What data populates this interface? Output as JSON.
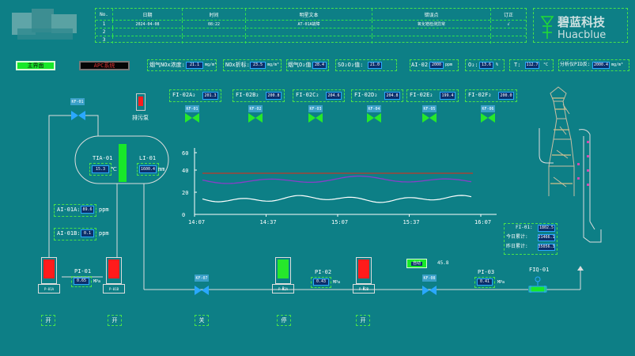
{
  "header": {
    "columns": [
      "No.",
      "日期",
      "时间",
      "明星文本",
      "错误点",
      "订正"
    ],
    "rows": [
      {
        "no": "1",
        "date": "2024-04-08",
        "time": "08:22",
        "text": "AT-01A故障",
        "point": "氧化锆检测异常",
        "fix": "√"
      },
      {
        "no": "2",
        "date": "",
        "time": "",
        "text": "",
        "point": "",
        "fix": ""
      },
      {
        "no": "3",
        "date": "",
        "time": "",
        "text": "",
        "point": "",
        "fix": ""
      }
    ]
  },
  "logo": {
    "cn": "碧蓝科技",
    "en": "Huacblue"
  },
  "nav": {
    "main_label": "主界面",
    "apc_label": "APC系统"
  },
  "metrics": [
    {
      "label": "烟气NOx浓度:",
      "value": "21.1",
      "unit": "mg/m³"
    },
    {
      "label": "NOx折标:",
      "value": "23.5",
      "unit": "mg/m³"
    },
    {
      "label": "烟气O₂值:",
      "value": "28.4",
      "unit": ""
    },
    {
      "label": "SO₂O₂值:",
      "value": "21.0",
      "unit": ""
    },
    {
      "label": "AI-02:",
      "value": "2000",
      "unit": "ppm"
    },
    {
      "label": "O₂:",
      "value": "13.6",
      "unit": "%"
    },
    {
      "label": "T:",
      "value": "112.7",
      "unit": "°C"
    },
    {
      "label": "分析仪PID反:",
      "value": "2000.4",
      "unit": "mg/m³"
    }
  ],
  "flows": [
    {
      "label": "FI-02A₂",
      "value": "201.3"
    },
    {
      "label": "FI-02B₂",
      "value": "200.8"
    },
    {
      "label": "FI-02C₂",
      "value": "204.6"
    },
    {
      "label": "FI-02D₂",
      "value": "204.8"
    },
    {
      "label": "FI-02E₂",
      "value": "199.4"
    },
    {
      "label": "FI-02F₂",
      "value": "200.0"
    }
  ],
  "valves_top": [
    "KF-01",
    "KF-02",
    "KF-03",
    "KF-04",
    "KF-05",
    "KF-06"
  ],
  "top_valve": "KF-01",
  "vessel": {
    "temp_label": "TIA-01",
    "temp_value": "15.3",
    "temp_unit": "℃",
    "level_label": "LI-01",
    "level_value": "1600.4",
    "level_unit": "mm"
  },
  "discharge": {
    "label": "排污泵"
  },
  "analyzers": [
    {
      "label": "AI-01A:",
      "value": "89.6",
      "unit": "ppm"
    },
    {
      "label": "AI-01B:",
      "value": "0.1",
      "unit": "ppm"
    }
  ],
  "trend": {
    "y_ticks": [
      "60",
      "40",
      "20",
      "0"
    ],
    "x_ticks": [
      "14:07",
      "14:37",
      "15:07",
      "15:37",
      "16:07"
    ],
    "colors": {
      "red": "#c0392b",
      "purple": "#8a3ec8",
      "white": "#ffffff"
    }
  },
  "pumps_left": [
    {
      "label": "P-01A",
      "color": "#ff1b1b",
      "status": "开"
    },
    {
      "label": "P-01B",
      "color": "#ff1b1b",
      "status": "开"
    }
  ],
  "pi_01": {
    "label": "PI-01",
    "value": "0.65",
    "unit": "MPa"
  },
  "bottom_valve": {
    "label": "KF-07",
    "status": "关"
  },
  "pumps_mid": [
    {
      "label": "P-02A",
      "color": "#26e82b",
      "status": "停"
    },
    {
      "label": "P-02B",
      "color": "#ff1b1b",
      "status": "开"
    }
  ],
  "pi_02": {
    "label": "PI-02",
    "value": "0.43",
    "unit": "MPa"
  },
  "pi_03": {
    "label": "PI-03",
    "value": "0.41",
    "unit": "MPa"
  },
  "kf_08": "KF-08",
  "green_tag": {
    "label": "自动",
    "value": "45.8"
  },
  "fiq": {
    "label": "FIQ-01"
  },
  "totals": {
    "fi_label": "FI-01:",
    "fi_value": "1802.5",
    "today_label": "今日累计:",
    "today_value": "21466.1",
    "yest_label": "昨日累计:",
    "yest_value": "35056.3"
  }
}
